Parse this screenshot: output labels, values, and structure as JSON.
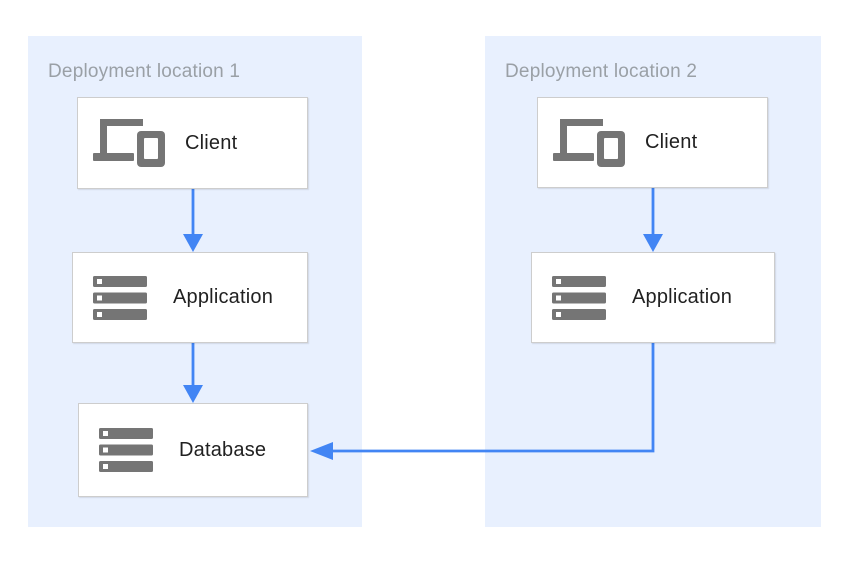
{
  "diagram": {
    "panels": [
      {
        "title": "Deployment location 1",
        "nodes": [
          {
            "label": "Client",
            "icon": "devices-icon"
          },
          {
            "label": "Application",
            "icon": "servers-icon"
          },
          {
            "label": "Database",
            "icon": "servers-icon"
          }
        ]
      },
      {
        "title": "Deployment location 2",
        "nodes": [
          {
            "label": "Client",
            "icon": "devices-icon"
          },
          {
            "label": "Application",
            "icon": "servers-icon"
          }
        ]
      }
    ],
    "connections": [
      {
        "from": "location1-client",
        "to": "location1-application",
        "style": "arrow-down"
      },
      {
        "from": "location1-application",
        "to": "location1-database",
        "style": "arrow-down"
      },
      {
        "from": "location2-client",
        "to": "location2-application",
        "style": "arrow-down"
      },
      {
        "from": "location2-application",
        "to": "location1-database",
        "style": "elbow-arrow-left"
      }
    ],
    "colors": {
      "panel_background": "#e8f0fe",
      "arrow_blue": "#4285f4",
      "icon_gray": "#757575",
      "panel_title_gray": "#9aa0a6",
      "node_border": "#cdcdcd",
      "node_background": "#ffffff",
      "label_text": "#212121"
    }
  }
}
